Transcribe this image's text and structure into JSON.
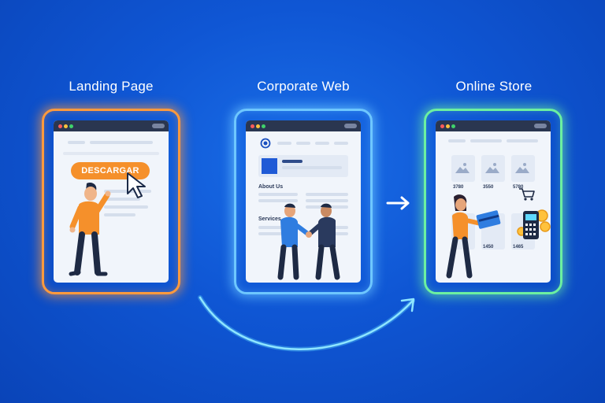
{
  "panels": [
    {
      "title": "Landing Page",
      "button": "DESCARGAR"
    },
    {
      "title": "Corporate Web",
      "section1": "About Us",
      "section2": "Services"
    },
    {
      "title": "Online Store",
      "prices": [
        "3780",
        "3550",
        "5780",
        "1450",
        "1465"
      ]
    }
  ],
  "colors": {
    "orange": "#ff9a3d",
    "blue": "#6ec7ff",
    "green": "#6cf0a0",
    "background": "#0f56d4"
  }
}
